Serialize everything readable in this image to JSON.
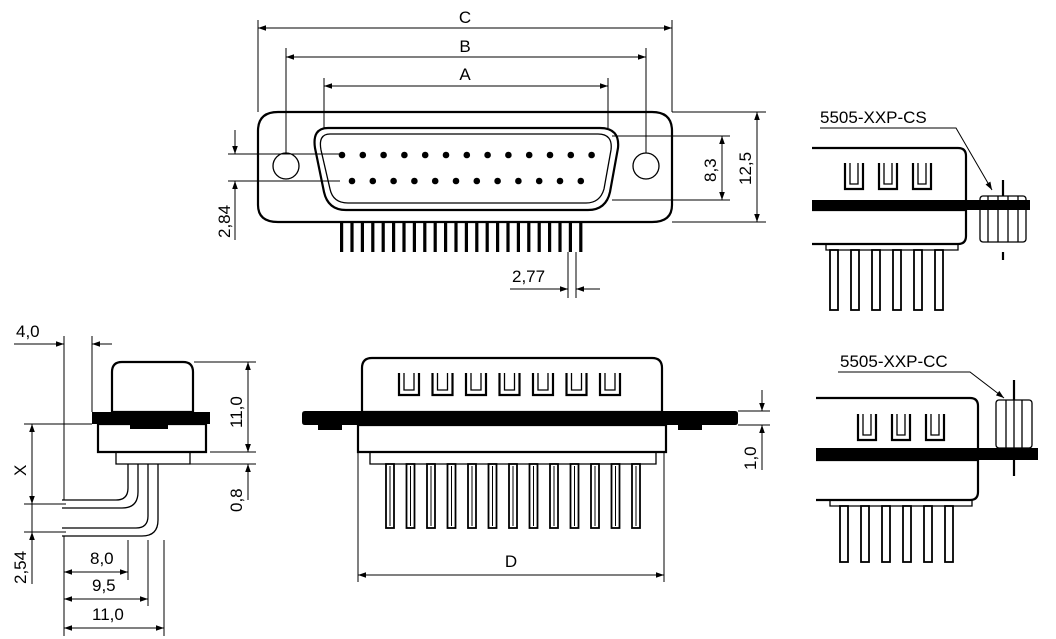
{
  "labels": {
    "dim_c": "C",
    "dim_b": "B",
    "dim_a": "A",
    "dim_d": "D",
    "dim_x": "X",
    "dim_2_84": "2,84",
    "dim_2_77": "2,77",
    "dim_8_3": "8,3",
    "dim_12_5": "12,5",
    "dim_4_0": "4,0",
    "dim_11_0_vertical": "11,0",
    "dim_0_8": "0,8",
    "dim_2_54": "2,54",
    "dim_8_0": "8,0",
    "dim_9_5": "9,5",
    "dim_11_0_horizontal": "11,0",
    "dim_1_0": "1,0",
    "variant_cs": "5505-XXP-CS",
    "variant_cc": "5505-XXP-CC"
  },
  "connector": {
    "top_row_pins": 13,
    "bottom_row_pins": 12,
    "solder_pins_front_view": 24
  }
}
